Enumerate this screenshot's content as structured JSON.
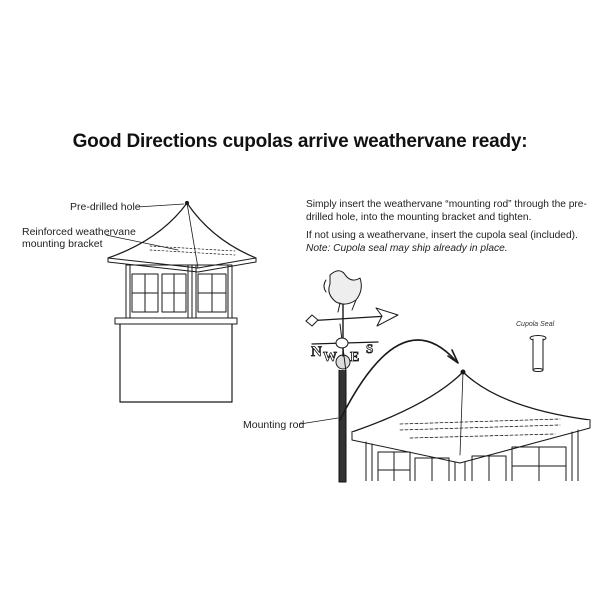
{
  "heading": "Good Directions cupolas arrive weathervane ready:",
  "callouts": {
    "predrilled_hole": "Pre-drilled hole",
    "bracket_line1": "Reinforced weathervane",
    "bracket_line2": "mounting bracket",
    "mounting_rod": "Mounting rod",
    "cupola_seal": "Cupola Seal"
  },
  "instructions": {
    "step1": "Simply insert the weathervane “mounting rod” through the pre-drilled hole, into the mounting bracket and tighten.",
    "step2": "If not using a weathervane, insert the cupola seal (included).",
    "note": "Note: Cupola seal may ship already in place."
  },
  "weathervane_letters": {
    "n": "N",
    "e": "E",
    "s": "S",
    "w": "W"
  },
  "colors": {
    "line": "#1a1a1a",
    "text": "#222222"
  }
}
